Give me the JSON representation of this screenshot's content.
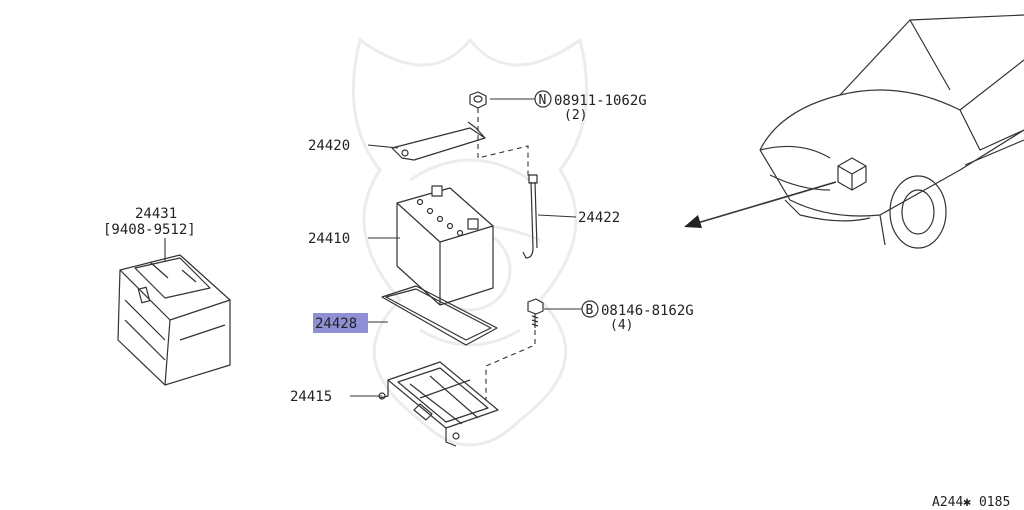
{
  "parts": {
    "battery_alt": {
      "number": "24431",
      "range": "[9408-9512]"
    },
    "holddown_frame": {
      "number": "24420"
    },
    "battery": {
      "number": "24410"
    },
    "holddown_rod": {
      "number": "24422"
    },
    "battery_cover": {
      "number": "24428",
      "highlight": "#8f8fd6"
    },
    "battery_tray": {
      "number": "24415"
    }
  },
  "fasteners": {
    "nut": {
      "symbol": "N",
      "part_no": "08911-1062G",
      "qty": "(2)"
    },
    "bolt": {
      "symbol": "B",
      "part_no": "08146-8162G",
      "qty": "(4)"
    }
  },
  "diagram_code": "A244✱ 0185"
}
